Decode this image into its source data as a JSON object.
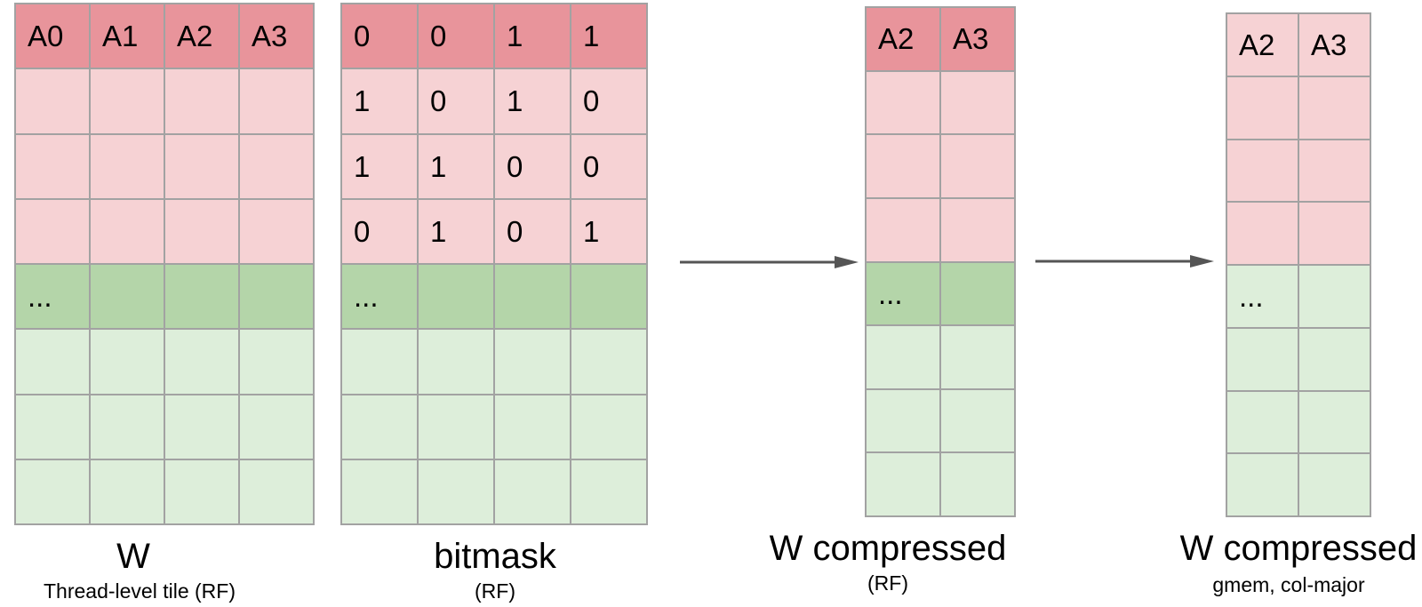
{
  "colors": {
    "background": "#ffffff",
    "text": "#000000",
    "header_red": "#e8949b",
    "light_pink": "#f6d2d4",
    "accent_green": "#b4d5a9",
    "light_green": "#ddeeda",
    "grid_line": "#a2a2a2",
    "arrow": "#555555"
  },
  "grids": [
    {
      "id": "w-tile",
      "label": "W",
      "sublabel": "Thread-level tile (RF)",
      "rows": [
        {
          "style": "header-red",
          "cells": [
            "A0",
            "A1",
            "A2",
            "A3"
          ]
        },
        {
          "style": "light-pink",
          "cells": [
            "",
            "",
            "",
            ""
          ]
        },
        {
          "style": "light-pink",
          "cells": [
            "",
            "",
            "",
            ""
          ]
        },
        {
          "style": "light-pink",
          "cells": [
            "",
            "",
            "",
            ""
          ]
        },
        {
          "style": "accent-green",
          "cells": [
            "...",
            "",
            "",
            ""
          ]
        },
        {
          "style": "light-green",
          "cells": [
            "",
            "",
            "",
            ""
          ]
        },
        {
          "style": "light-green",
          "cells": [
            "",
            "",
            "",
            ""
          ]
        },
        {
          "style": "light-green",
          "cells": [
            "",
            "",
            "",
            ""
          ]
        }
      ]
    },
    {
      "id": "bitmask",
      "label": "bitmask",
      "sublabel": "(RF)",
      "rows": [
        {
          "style": "header-red",
          "cells": [
            "0",
            "0",
            "1",
            "1"
          ]
        },
        {
          "style": "light-pink",
          "cells": [
            "1",
            "0",
            "1",
            "0"
          ]
        },
        {
          "style": "light-pink",
          "cells": [
            "1",
            "1",
            "0",
            "0"
          ]
        },
        {
          "style": "light-pink",
          "cells": [
            "0",
            "1",
            "0",
            "1"
          ]
        },
        {
          "style": "accent-green",
          "cells": [
            "...",
            "",
            "",
            ""
          ]
        },
        {
          "style": "light-green",
          "cells": [
            "",
            "",
            "",
            ""
          ]
        },
        {
          "style": "light-green",
          "cells": [
            "",
            "",
            "",
            ""
          ]
        },
        {
          "style": "light-green",
          "cells": [
            "",
            "",
            "",
            ""
          ]
        }
      ]
    },
    {
      "id": "w-compressed-rf",
      "label": "W compressed",
      "sublabel": "(RF)",
      "rows": [
        {
          "style": "header-red",
          "cells": [
            "A2",
            "A3"
          ]
        },
        {
          "style": "light-pink",
          "cells": [
            "",
            ""
          ]
        },
        {
          "style": "light-pink",
          "cells": [
            "",
            ""
          ]
        },
        {
          "style": "light-pink",
          "cells": [
            "",
            ""
          ]
        },
        {
          "style": "accent-green",
          "cells": [
            "...",
            ""
          ]
        },
        {
          "style": "light-green",
          "cells": [
            "",
            ""
          ]
        },
        {
          "style": "light-green",
          "cells": [
            "",
            ""
          ]
        },
        {
          "style": "light-green",
          "cells": [
            "",
            ""
          ]
        }
      ]
    },
    {
      "id": "w-compressed-gmem",
      "label": "W compressed",
      "sublabel": "gmem, col-major",
      "rows": [
        {
          "style": "light-pink",
          "cells": [
            "A2",
            "A3"
          ]
        },
        {
          "style": "light-pink",
          "cells": [
            "",
            ""
          ]
        },
        {
          "style": "light-pink",
          "cells": [
            "",
            ""
          ]
        },
        {
          "style": "light-pink",
          "cells": [
            "",
            ""
          ]
        },
        {
          "style": "light-green",
          "cells": [
            "...",
            ""
          ]
        },
        {
          "style": "light-green",
          "cells": [
            "",
            ""
          ]
        },
        {
          "style": "light-green",
          "cells": [
            "",
            ""
          ]
        },
        {
          "style": "light-green",
          "cells": [
            "",
            ""
          ]
        }
      ]
    }
  ]
}
